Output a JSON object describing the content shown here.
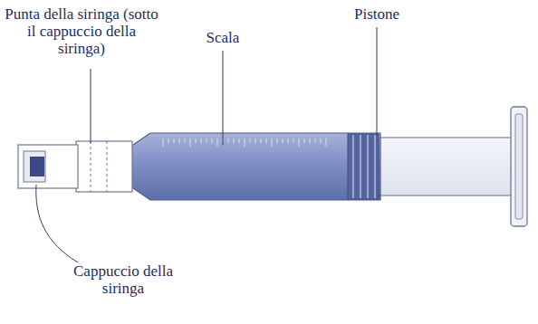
{
  "diagram": {
    "labels": [
      "Punta della siringa (sotto il cappuccio della siringa)",
      "Scala",
      "Pistone",
      "Cappuccio della siringa"
    ]
  }
}
